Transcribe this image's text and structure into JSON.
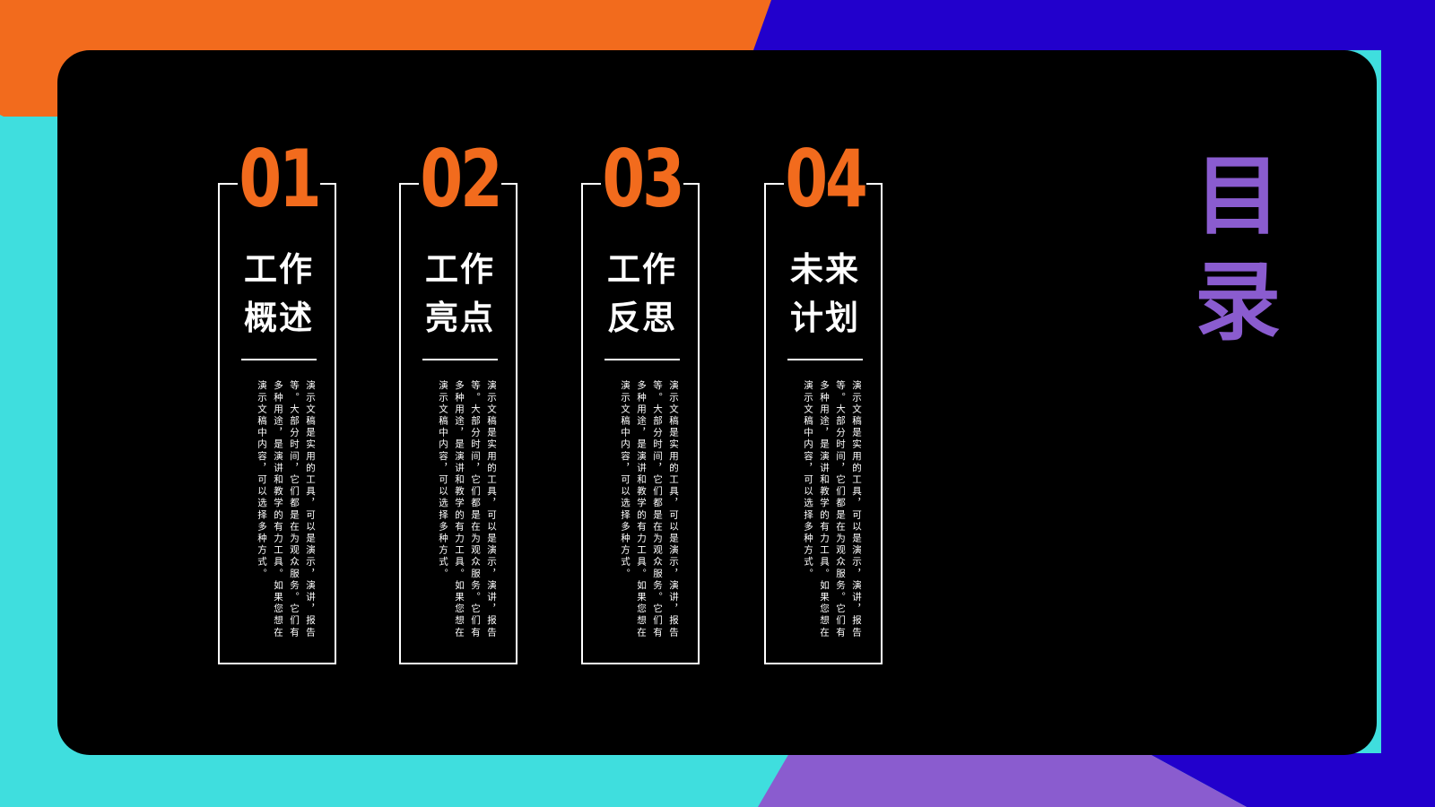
{
  "colors": {
    "orange": "#f26b1d",
    "blue": "#2200cc",
    "cyan": "#3fdede",
    "purple": "#8a5ccf",
    "panel": "#000000",
    "text": "#ffffff"
  },
  "heading": {
    "line1": "目",
    "line2": "录"
  },
  "items": [
    {
      "num": "01",
      "title1": "工作",
      "title2": "概述",
      "desc": "演示文稿是实用的工具，可以是演示，演讲，报告等。大部分时间，它们都是在为观众服务。它们有多种用途，是演讲和教学的有力工具。如果您想在演示文稿中内容，可以选择多种方式。"
    },
    {
      "num": "02",
      "title1": "工作",
      "title2": "亮点",
      "desc": "演示文稿是实用的工具，可以是演示，演讲，报告等。大部分时间，它们都是在为观众服务。它们有多种用途，是演讲和教学的有力工具。如果您想在演示文稿中内容，可以选择多种方式。"
    },
    {
      "num": "03",
      "title1": "工作",
      "title2": "反思",
      "desc": "演示文稿是实用的工具，可以是演示，演讲，报告等。大部分时间，它们都是在为观众服务。它们有多种用途，是演讲和教学的有力工具。如果您想在演示文稿中内容，可以选择多种方式。"
    },
    {
      "num": "04",
      "title1": "未来",
      "title2": "计划",
      "desc": "演示文稿是实用的工具，可以是演示，演讲，报告等。大部分时间，它们都是在为观众服务。它们有多种用途，是演讲和教学的有力工具。如果您想在演示文稿中内容，可以选择多种方式。"
    }
  ]
}
